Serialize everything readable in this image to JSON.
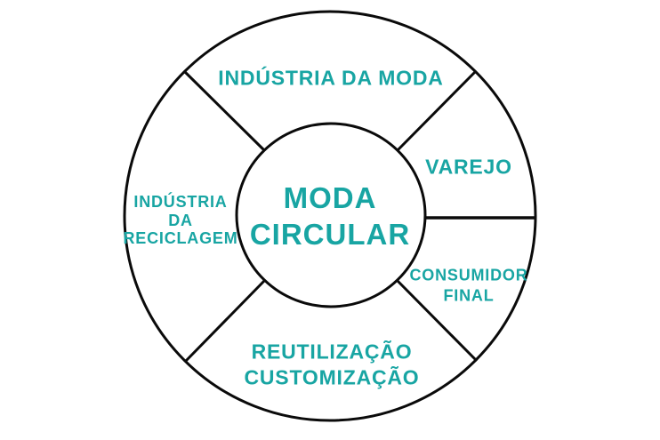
{
  "diagram": {
    "center_label": "MODA\nCIRCULAR",
    "segments": [
      {
        "id": "industria-da-moda",
        "label": "INDÚSTRIA DA MODA",
        "position": "top"
      },
      {
        "id": "varejo",
        "label": "VAREJO",
        "position": "upper-right"
      },
      {
        "id": "consumidor-final",
        "label": "CONSUMIDOR\nFINAL",
        "position": "lower-right"
      },
      {
        "id": "reutilizacao-customizacao",
        "label": "REUTILIZAÇÃO\nCUSTOMIZAÇÃO",
        "position": "bottom"
      },
      {
        "id": "industria-da-reciclagem",
        "label": "INDÚSTRIA\nDA\nRECICLAGEM",
        "position": "left"
      }
    ],
    "colors": {
      "accent_teal": "#18a5a3",
      "stroke_black": "#0a0a0a",
      "background": "#ffffff"
    }
  }
}
